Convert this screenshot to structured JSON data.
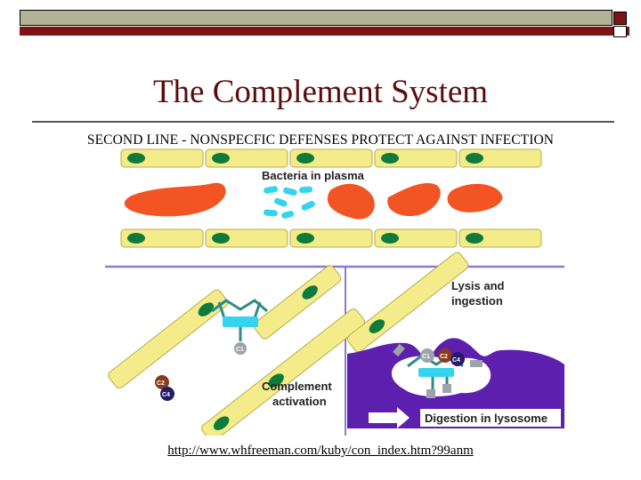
{
  "header": {
    "bar_colors": {
      "olive": "#b2b296",
      "red": "#7c1416"
    }
  },
  "title": "The Complement System",
  "subtitle": "SECOND LINE - NONSPECFIC DEFENSES PROTECT AGAINST INFECTION",
  "figure": {
    "labels": {
      "bacteria": "Bacteria in plasma",
      "lysis_line1": "Lysis and",
      "lysis_line2": "ingestion",
      "complement_line1": "Complement",
      "complement_line2": "activation",
      "digestion": "Digestion in lysosome",
      "c1": "C1",
      "c2": "C2",
      "c4": "C4"
    },
    "colors": {
      "endothelial": "#f4eb8a",
      "nucleus": "#0e7a3c",
      "red_cell": "#f25424",
      "bacteria": "#35d3ee",
      "complement": "#5bc7d3",
      "phagocyte": "#5d1fae",
      "divider": "#8a7bd6"
    }
  },
  "footer": {
    "url": "http://www.whfreeman.com/kuby/con_index.htm?99anm"
  }
}
